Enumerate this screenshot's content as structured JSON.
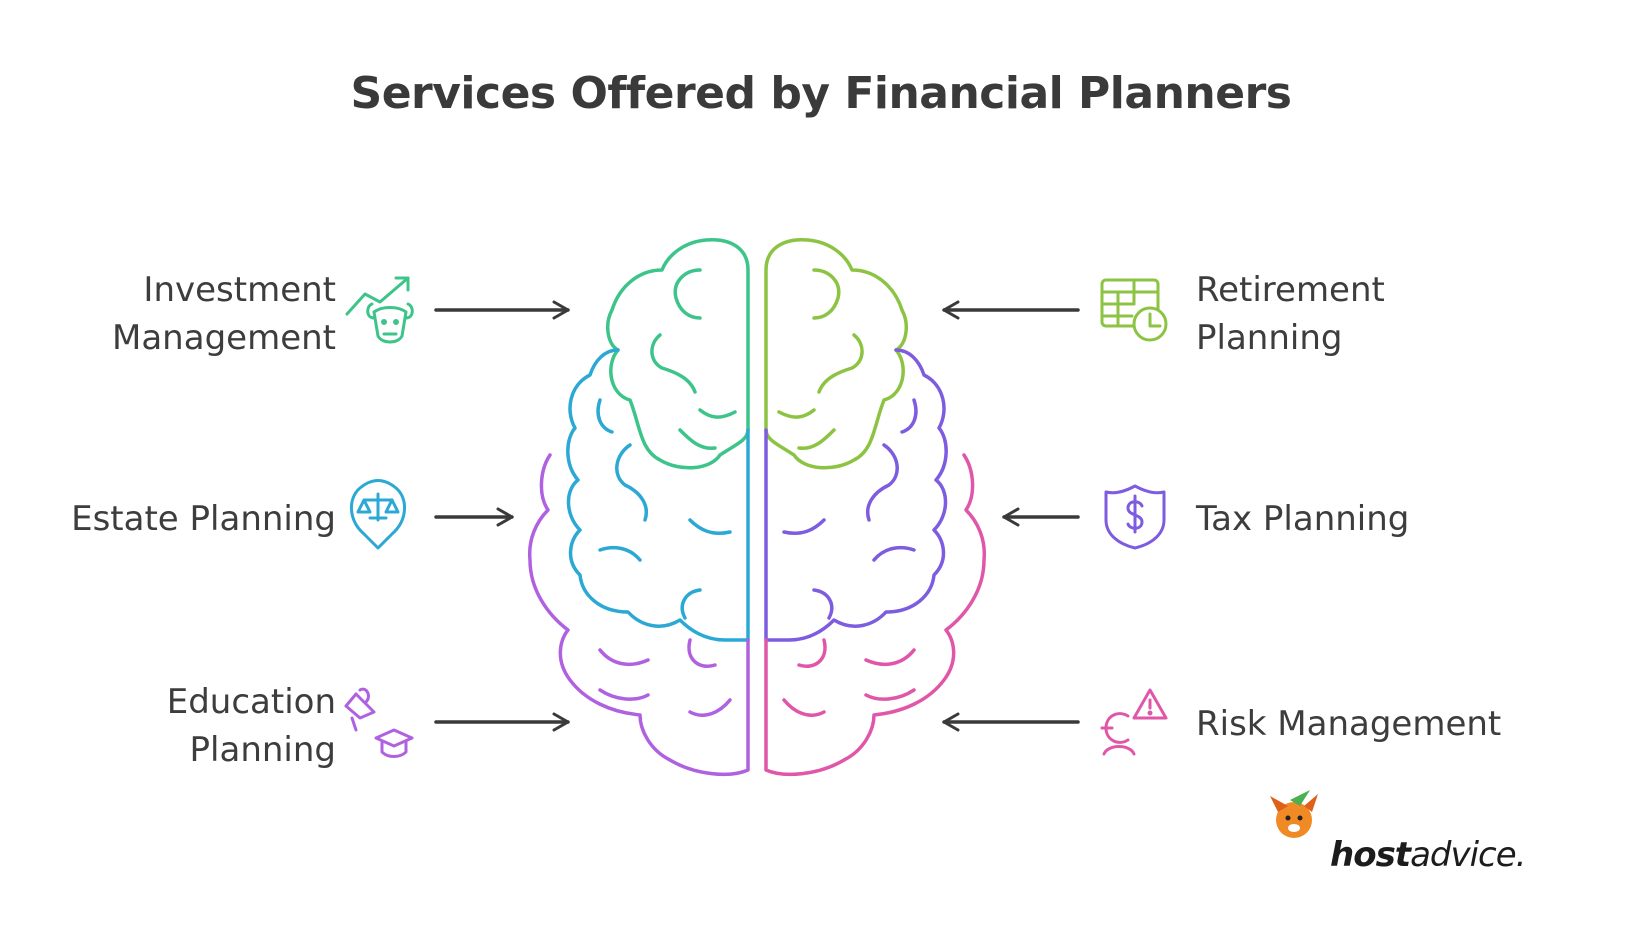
{
  "title": "Services Offered by Financial Planners",
  "services": {
    "investment": {
      "line1": "Investment",
      "line2": "Management",
      "icon": "bull-market-icon",
      "color": "#3cc48a"
    },
    "estate": {
      "line1": "Estate Planning",
      "icon": "scales-pin-icon",
      "color": "#2ba9d4"
    },
    "education": {
      "line1": "Education",
      "line2": "Planning",
      "icon": "megaphone-graduation-icon",
      "color": "#b061e0"
    },
    "retirement": {
      "line1": "Retirement",
      "line2": "Planning",
      "icon": "calendar-clock-icon",
      "color": "#8dc343"
    },
    "tax": {
      "line1": "Tax Planning",
      "icon": "dollar-shield-icon",
      "color": "#7d5ce0"
    },
    "risk": {
      "line1": "Risk Management",
      "icon": "person-warning-icon",
      "color": "#e056a8"
    }
  },
  "brand": {
    "bold": "host",
    "rest": "advice."
  },
  "colors": {
    "text": "#3d3d3d",
    "arrow": "#3a3a3a"
  }
}
